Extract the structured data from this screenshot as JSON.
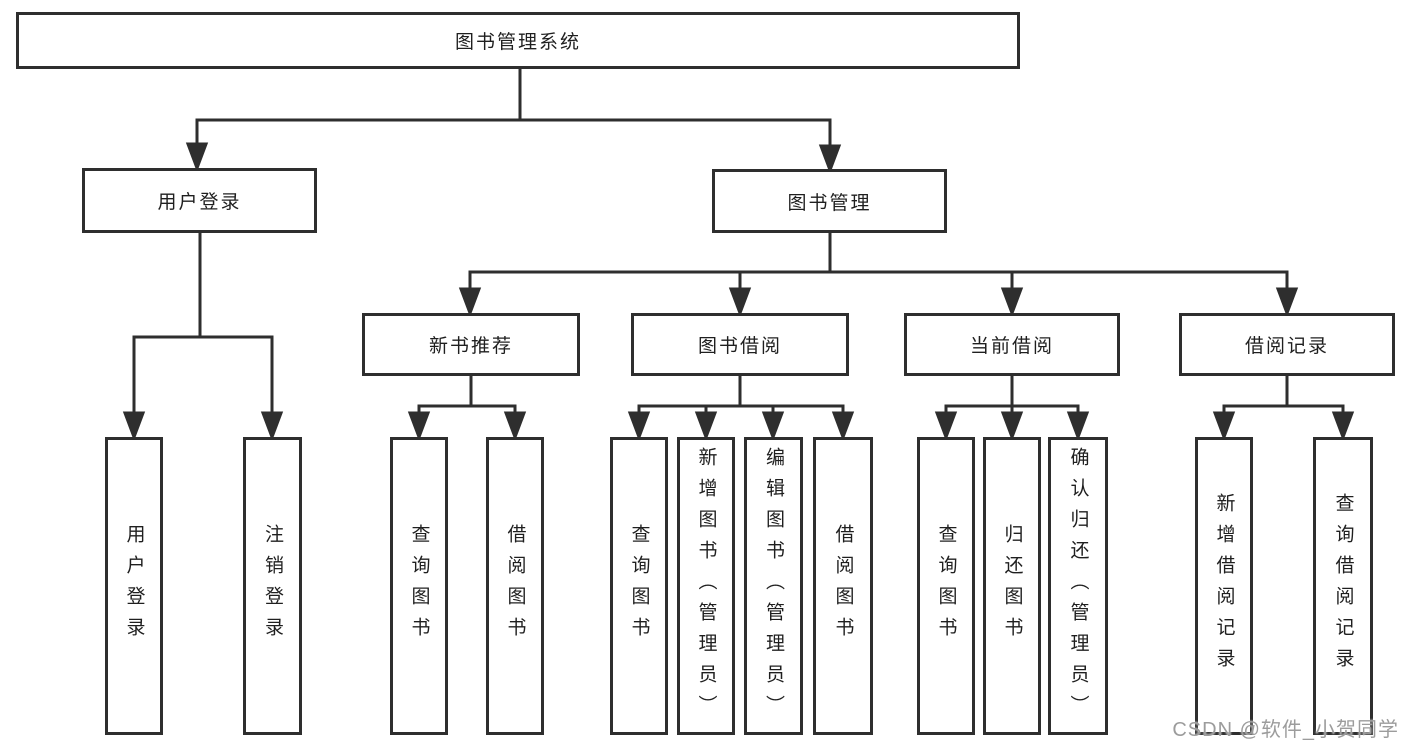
{
  "tree": {
    "label": "图书管理系统",
    "children": [
      {
        "label": "用户登录",
        "children": [
          {
            "label": "用户登录"
          },
          {
            "label": "注销登录"
          }
        ]
      },
      {
        "label": "图书管理",
        "children": [
          {
            "label": "新书推荐",
            "children": [
              {
                "label": "查询图书"
              },
              {
                "label": "借阅图书"
              }
            ]
          },
          {
            "label": "图书借阅",
            "children": [
              {
                "label": "查询图书"
              },
              {
                "label": "新增图书（管理员）"
              },
              {
                "label": "编辑图书（管理员）"
              },
              {
                "label": "借阅图书"
              }
            ]
          },
          {
            "label": "当前借阅",
            "children": [
              {
                "label": "查询图书"
              },
              {
                "label": "归还图书"
              },
              {
                "label": "确认归还（管理员）"
              }
            ]
          },
          {
            "label": "借阅记录",
            "children": [
              {
                "label": "新增借阅记录"
              },
              {
                "label": "查询借阅记录"
              }
            ]
          }
        ]
      }
    ]
  },
  "watermark": {
    "text": "CSDN @软件_小贺同学"
  },
  "colors": {
    "line": "#2e2e2e",
    "box_border": "#2e2e2e",
    "text": "#1f1f1f",
    "watermark": "#9c9c9c",
    "background": "#ffffff"
  }
}
